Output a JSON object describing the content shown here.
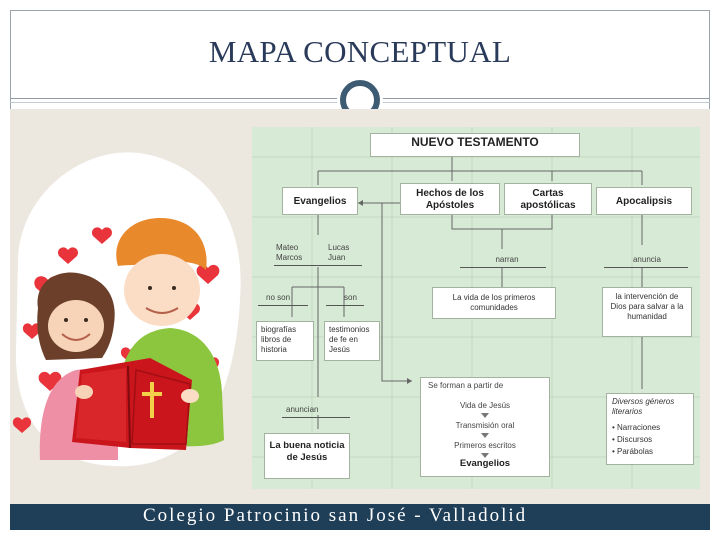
{
  "slide": {
    "title": "MAPA CONCEPTUAL",
    "footer": "Colegio Patrocinio san José  -  Valladolid"
  },
  "diagram": {
    "title": "NUEVO TESTAMENTO",
    "nodes": {
      "evangelios": "Evangelios",
      "hechos": "Hechos de los Apóstoles",
      "cartas": "Cartas apostólicas",
      "apocalipsis": "Apocalipsis",
      "autores_izq": "Mateo Marcos",
      "autores_der": "Lucas Juan",
      "narran": "narran",
      "anuncia": "anuncia",
      "vida_comunidades": "La vida de los primeros comunidades",
      "intervencion": "la intervención de Dios para salvar a la humanidad",
      "no_son": "no son",
      "son": "son",
      "biografias": "biografías libros de historia",
      "testimonios": "testimonios de fe en Jesús",
      "anuncian": "anuncian",
      "buena_noticia": "La buena noticia de Jesús",
      "se_forman": "Se forman a partir de",
      "vida_jesus": "Vida de Jesús",
      "transmision": "Transmisión oral",
      "primeros_escritos": "Primeros escritos",
      "evangelios_final": "Evangelios",
      "generos": "Diversos géneros literarios",
      "generos_items": [
        "• Narraciones",
        "• Discursos",
        "• Parábolas"
      ]
    }
  }
}
